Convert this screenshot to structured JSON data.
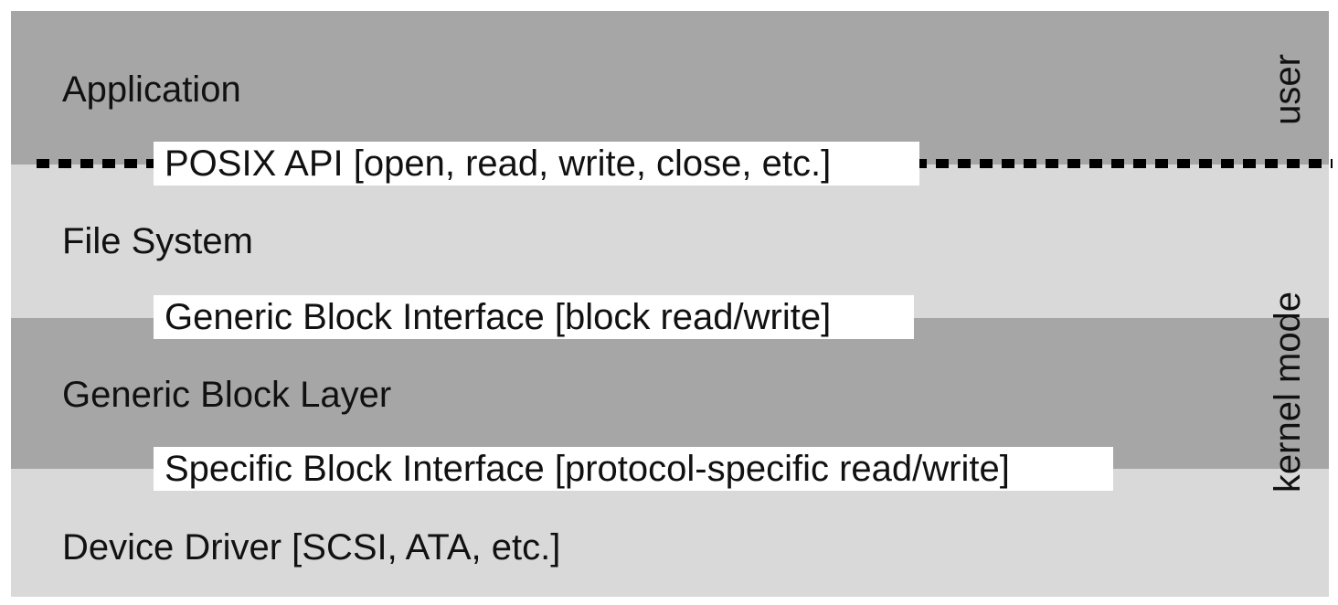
{
  "layers": {
    "application": "Application",
    "file_system": "File System",
    "generic_block_layer": "Generic Block Layer",
    "device_driver": "Device Driver [SCSI, ATA, etc.]"
  },
  "interfaces": {
    "posix_api": "POSIX API [open, read, write, close, etc.]",
    "generic_block_interface": "Generic Block Interface [block read/write]",
    "specific_block_interface": "Specific Block Interface [protocol-specific read/write]"
  },
  "modes": {
    "user": "user",
    "kernel": "kernel mode"
  },
  "colors": {
    "dark_band": "#a6a6a6",
    "light_band": "#d9d9d9",
    "interface_box": "#ffffff",
    "boundary_line": "#000000"
  }
}
